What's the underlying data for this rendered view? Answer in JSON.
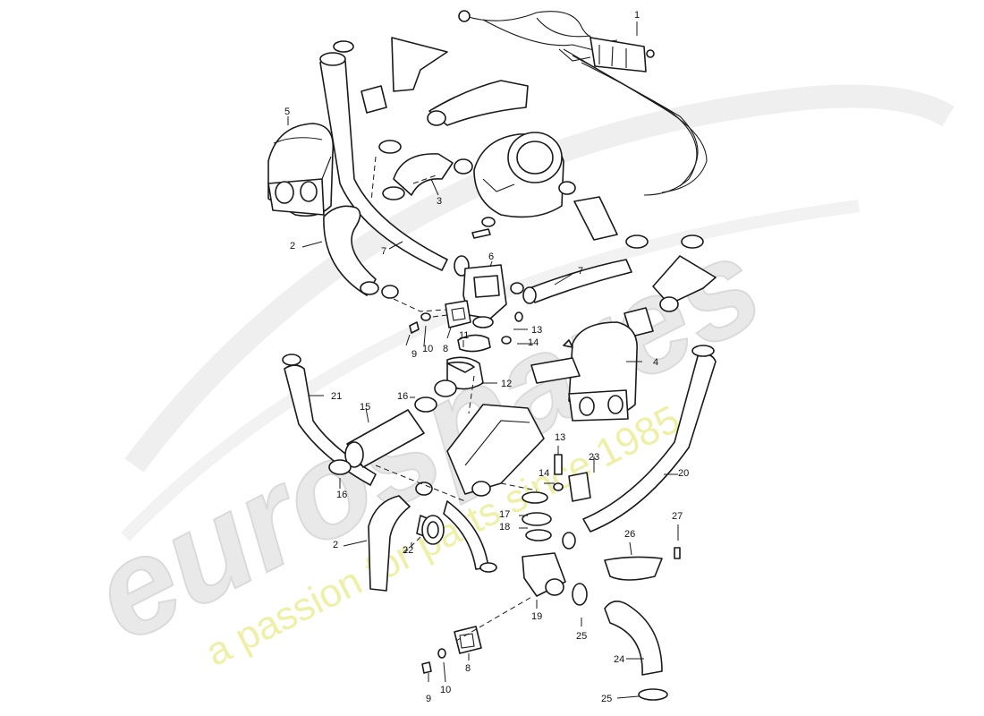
{
  "watermark": {
    "logo_text": "eurospares",
    "tagline": "a passion for parts since 1985"
  },
  "callouts": [
    {
      "id": "c1",
      "text": "1"
    },
    {
      "id": "c2a",
      "text": "2"
    },
    {
      "id": "c2b",
      "text": "2"
    },
    {
      "id": "c3",
      "text": "3"
    },
    {
      "id": "c4",
      "text": "4"
    },
    {
      "id": "c5",
      "text": "5"
    },
    {
      "id": "c6",
      "text": "6"
    },
    {
      "id": "c7a",
      "text": "7"
    },
    {
      "id": "c7b",
      "text": "7"
    },
    {
      "id": "c8a",
      "text": "8"
    },
    {
      "id": "c8b",
      "text": "8"
    },
    {
      "id": "c9a",
      "text": "9"
    },
    {
      "id": "c9b",
      "text": "9"
    },
    {
      "id": "c10a",
      "text": "10"
    },
    {
      "id": "c10b",
      "text": "10"
    },
    {
      "id": "c11",
      "text": "11"
    },
    {
      "id": "c12",
      "text": "12"
    },
    {
      "id": "c13a",
      "text": "13"
    },
    {
      "id": "c13b",
      "text": "13"
    },
    {
      "id": "c14a",
      "text": "14"
    },
    {
      "id": "c14b",
      "text": "14"
    },
    {
      "id": "c15",
      "text": "15"
    },
    {
      "id": "c16a",
      "text": "16"
    },
    {
      "id": "c16b",
      "text": "16"
    },
    {
      "id": "c17",
      "text": "17"
    },
    {
      "id": "c18",
      "text": "18"
    },
    {
      "id": "c19",
      "text": "19"
    },
    {
      "id": "c20",
      "text": "20"
    },
    {
      "id": "c21",
      "text": "21"
    },
    {
      "id": "c22",
      "text": "22"
    },
    {
      "id": "c23",
      "text": "23"
    },
    {
      "id": "c24",
      "text": "24"
    },
    {
      "id": "c25a",
      "text": "25"
    },
    {
      "id": "c25b",
      "text": "25"
    },
    {
      "id": "c26",
      "text": "26"
    },
    {
      "id": "c27",
      "text": "27"
    }
  ]
}
